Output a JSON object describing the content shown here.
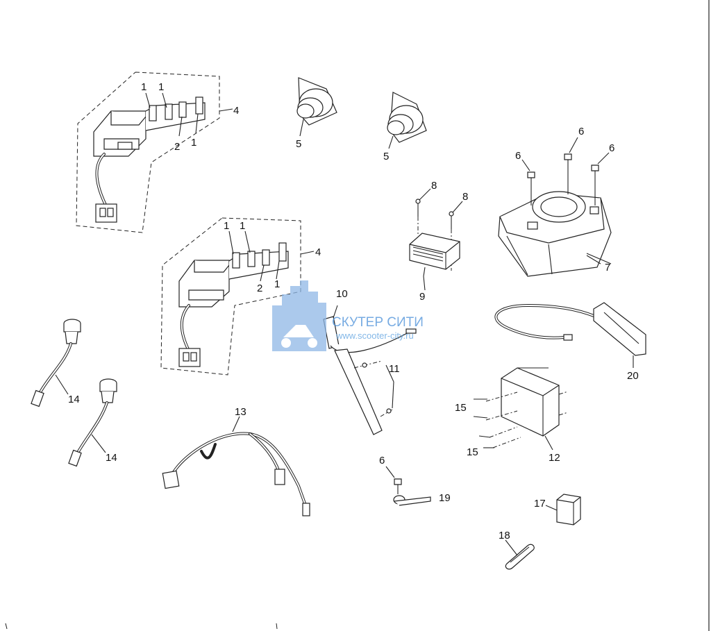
{
  "diagram": {
    "labels": [
      "1",
      "1",
      "2",
      "1",
      "4",
      "1",
      "1",
      "2",
      "1",
      "4",
      "5",
      "5",
      "6",
      "6",
      "6",
      "7",
      "8",
      "8",
      "9",
      "10",
      "11",
      "12",
      "13",
      "14",
      "14",
      "15",
      "15",
      "6",
      "19",
      "17",
      "18",
      "20"
    ]
  },
  "watermark": {
    "name": "СКУТЕР СИТИ",
    "url": "www.scooter-city.ru"
  }
}
